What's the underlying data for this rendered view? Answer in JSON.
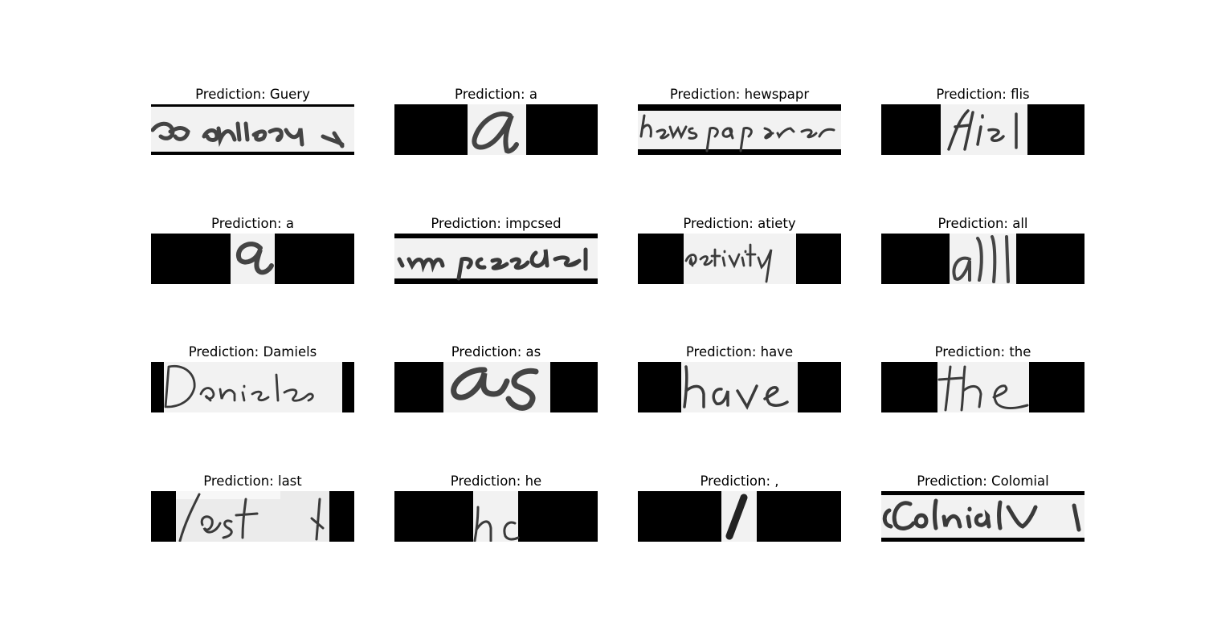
{
  "title_prefix": "Prediction: ",
  "predictions": [
    {
      "text": "Prediction: Guery",
      "word": "Gauery",
      "layout": "full"
    },
    {
      "text": "Prediction: a",
      "word": "a",
      "layout": "narrow"
    },
    {
      "text": "Prediction: hewspapr",
      "word": "hewspaper",
      "layout": "full"
    },
    {
      "text": "Prediction: flis",
      "word": "flis",
      "layout": "narrow"
    },
    {
      "text": "Prediction: a",
      "word": "a",
      "layout": "narrow"
    },
    {
      "text": "Prediction: impcsed",
      "word": "impcsed",
      "layout": "full"
    },
    {
      "text": "Prediction: atiety",
      "word": "activity",
      "layout": "medium"
    },
    {
      "text": "Prediction: all",
      "word": "all",
      "layout": "narrow"
    },
    {
      "text": "Prediction: Damiels",
      "word": "Daniels",
      "layout": "wide"
    },
    {
      "text": "Prediction: as",
      "word": "as",
      "layout": "medium"
    },
    {
      "text": "Prediction: have",
      "word": "have",
      "layout": "medium"
    },
    {
      "text": "Prediction: the",
      "word": "the",
      "layout": "narrow"
    },
    {
      "text": "Prediction: last",
      "word": "last",
      "layout": "wide"
    },
    {
      "text": "Prediction: he",
      "word": "he",
      "layout": "narrow"
    },
    {
      "text": "Prediction: ,",
      "word": ",",
      "layout": "narrow"
    },
    {
      "text": "Prediction: Colomial",
      "word": "Colonial",
      "layout": "full"
    }
  ],
  "colors": {
    "background": "#ffffff",
    "pad": "#000000",
    "paper": "#f2f2f2",
    "ink": "#3a3a3a"
  }
}
